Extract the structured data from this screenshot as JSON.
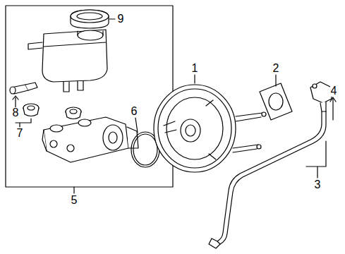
{
  "diagram": {
    "labels": [
      "9",
      "1",
      "2",
      "6",
      "8",
      "4",
      "7",
      "3",
      "5"
    ]
  }
}
